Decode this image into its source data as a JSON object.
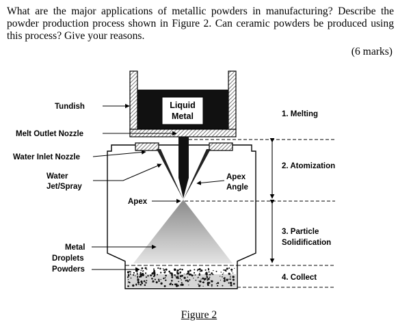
{
  "question": {
    "text": "What are the major applications of metallic powders in manufacturing? Describe the powder production process shown in Figure 2.  Can ceramic powders be produced using this process? Give your reasons.",
    "marks": "(6 marks)"
  },
  "figure": {
    "caption": "Figure 2",
    "liquid_metal_line1": "Liquid",
    "liquid_metal_line2": "Metal",
    "labels": {
      "tundish": "Tundish",
      "melt_outlet_nozzle": "Melt Outlet Nozzle",
      "water_inlet_nozzle": "Water Inlet Nozzle",
      "water_jet_line1": "Water",
      "water_jet_line2": "Jet/Spray",
      "apex": "Apex",
      "apex_angle_line1": "Apex",
      "apex_angle_line2": "Angle",
      "metal_powders_line1": "Metal",
      "metal_powders_line2": "Droplets",
      "metal_powders_line3": "Powders"
    },
    "stages": {
      "melting": "1. Melting",
      "atomization": "2. Atomization",
      "solidification_line1": "3. Particle",
      "solidification_line2": "Solidification",
      "collect": "4. Collect"
    }
  }
}
